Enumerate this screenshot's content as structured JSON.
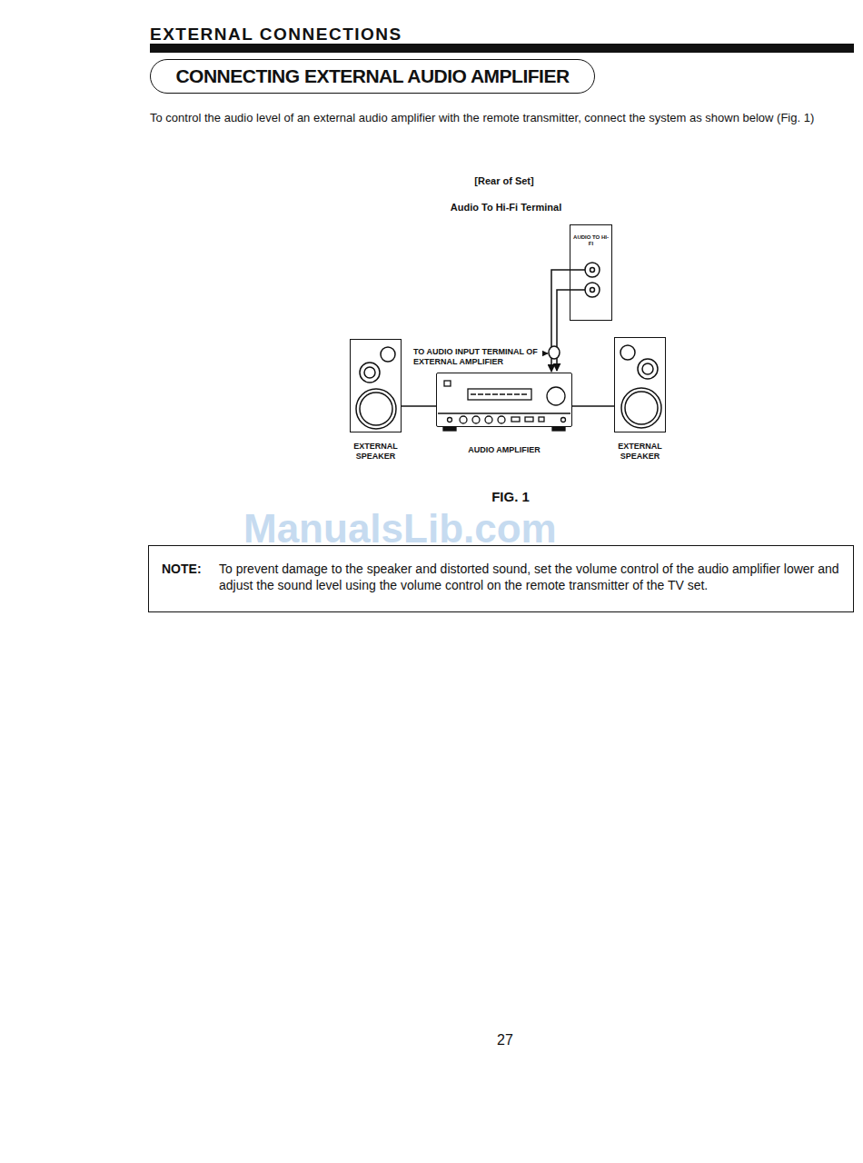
{
  "diagram": {
    "title": "EXTERNAL CONNECTIONS",
    "nodes": [
      {
        "text": [
          "CONNECTING EXTERNAL AUDIO AMPLIFIER"
        ]
      },
      {
        "text": [
          "AUDIO TO HI-FI"
        ]
      },
      {
        "text": [
          "EXTERNAL SPEAKER"
        ]
      },
      {
        "text": [
          "AUDIO AMPLIFIER"
        ]
      },
      {
        "text": [
          "EXTERNAL SPEAKER"
        ]
      },
      {
        "text": [
          "NOTE:",
          "To prevent damage to the speaker and distorted sound, set the volume control of the audio amplifier lower and adjust the sound level using the volume control on the remote transmitter of the TV set."
        ]
      }
    ],
    "edges": [
      {
        "from": 1,
        "to": 3,
        "arrow": "to"
      },
      {
        "from": 3,
        "to": 2,
        "arrow": "none"
      },
      {
        "from": 3,
        "to": 4,
        "arrow": "none"
      }
    ],
    "labels": [
      "To control the audio level of an external audio amplifier with the remote transmitter, connect the system as shown below (Fig. 1)",
      "[Rear of Set]",
      "Audio To Hi-Fi Terminal",
      "TO AUDIO INPUT TERMINAL OF EXTERNAL AMPLIFIER",
      "FIG. 1",
      "ManualsLib.com",
      "27"
    ]
  }
}
